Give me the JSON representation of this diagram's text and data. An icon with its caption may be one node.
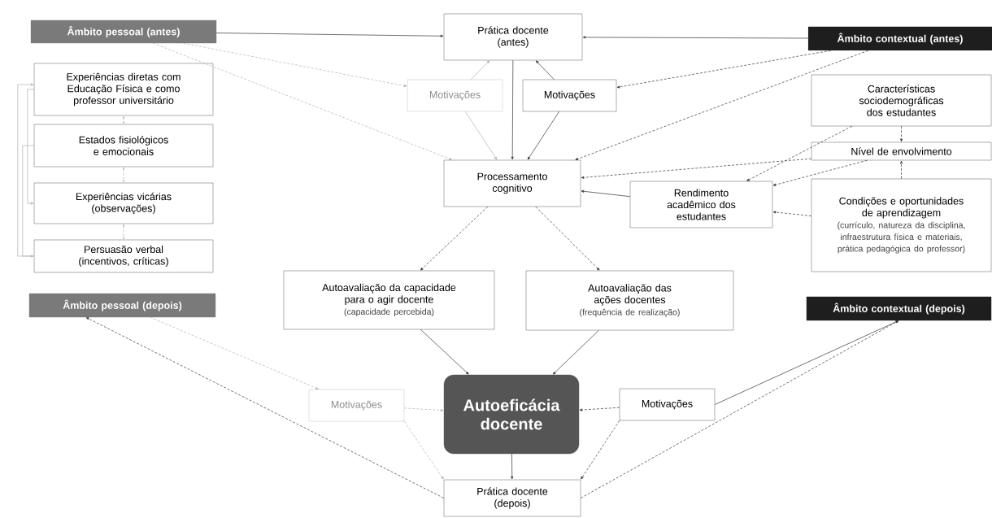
{
  "diagram": {
    "nodes": [
      {
        "text": [
          "Âmbito pessoal (antes)"
        ]
      },
      {
        "text": [
          "Experiências diretas com Educação Física e como professor universitário"
        ]
      },
      {
        "text": [
          "Estados fisiológicos e emocionais"
        ]
      },
      {
        "text": [
          "Experiências vicárias (observações)"
        ]
      },
      {
        "text": [
          "Persuasão verbal (incentivos, críticas)"
        ]
      },
      {
        "text": [
          "Prática docente (antes)"
        ]
      },
      {
        "text": [
          "Âmbito contextual (antes)"
        ]
      },
      {
        "text": [
          "Motivações"
        ]
      },
      {
        "text": [
          "Motivações"
        ]
      },
      {
        "text": [
          "Características sociodemográficas dos estudantes"
        ]
      },
      {
        "text": [
          "Nível de envolvimento"
        ]
      },
      {
        "text": [
          "Processamento cognitivo"
        ]
      },
      {
        "text": [
          "Rendimento acadêmico dos estudantes"
        ]
      },
      {
        "text": [
          "Condições e oportunidades de aprendizagem",
          "(currículo, natureza da disciplina, infraestrutura física e materiais, prática pedagógica do professor)"
        ]
      },
      {
        "text": [
          "Âmbito pessoal (depois)"
        ]
      },
      {
        "text": [
          "Autoavaliação da capacidade para o agir docente",
          "(capacidade percebida)"
        ]
      },
      {
        "text": [
          "Autoavaliação das ações docentes",
          "(frequência de realização)"
        ]
      },
      {
        "text": [
          "Âmbito contextual (depois)"
        ]
      },
      {
        "text": [
          "Motivações"
        ]
      },
      {
        "text": [
          "Autoeficácia docente"
        ]
      },
      {
        "text": [
          "Motivações"
        ]
      },
      {
        "text": [
          "Prática docente (depois)"
        ]
      }
    ],
    "edges": [
      {
        "from": 0,
        "to": 5,
        "arrow": "to"
      },
      {
        "from": 0,
        "to": 7,
        "arrow": "to",
        "style": "dashed",
        "color": "#b0b0b0"
      },
      {
        "from": 0,
        "to": 11,
        "arrow": "to",
        "style": "dashed",
        "color": "#b0b0b0"
      },
      {
        "from": 1,
        "to": 2,
        "arrow": "both",
        "style": "dashed",
        "color": "#b0b0b0"
      },
      {
        "from": 2,
        "to": 3,
        "arrow": "both",
        "style": "dashed",
        "color": "#b0b0b0"
      },
      {
        "from": 3,
        "to": 4,
        "arrow": "both",
        "style": "dashed",
        "color": "#b0b0b0"
      },
      {
        "from": 1,
        "to": 3,
        "arrow": "to",
        "color": "#b0b0b0"
      },
      {
        "from": 2,
        "to": 4,
        "arrow": "to",
        "color": "#b0b0b0"
      },
      {
        "from": 4,
        "to": 1,
        "arrow": "to",
        "color": "#b0b0b0"
      },
      {
        "from": 6,
        "to": 5,
        "arrow": "to"
      },
      {
        "from": 6,
        "to": 8,
        "arrow": "to",
        "style": "dashed"
      },
      {
        "from": 6,
        "to": 11,
        "arrow": "to",
        "style": "dashed"
      },
      {
        "from": 7,
        "to": 5,
        "arrow": "to",
        "color": "#b0b0b0"
      },
      {
        "from": 7,
        "to": 11,
        "arrow": "to",
        "color": "#b0b0b0"
      },
      {
        "from": 8,
        "to": 5,
        "arrow": "to"
      },
      {
        "from": 5,
        "to": 11,
        "arrow": "to"
      },
      {
        "from": 8,
        "to": 11,
        "arrow": "to"
      },
      {
        "from": 10,
        "to": 11,
        "arrow": "to",
        "style": "dashed"
      },
      {
        "from": 12,
        "to": 11,
        "arrow": "to"
      },
      {
        "from": 9,
        "to": 10,
        "arrow": "to",
        "style": "dashed"
      },
      {
        "from": 13,
        "to": 10,
        "arrow": "to",
        "style": "dashed"
      },
      {
        "from": 9,
        "to": 12,
        "arrow": "to",
        "style": "dashed"
      },
      {
        "from": 10,
        "to": 12,
        "arrow": "to",
        "style": "dashed"
      },
      {
        "from": 13,
        "to": 12,
        "arrow": "to",
        "style": "dashed"
      },
      {
        "from": 11,
        "to": 15,
        "arrow": "to",
        "style": "dashed"
      },
      {
        "from": 11,
        "to": 16,
        "arrow": "to",
        "style": "dashed"
      },
      {
        "from": 15,
        "to": 19,
        "arrow": "to"
      },
      {
        "from": 16,
        "to": 19,
        "arrow": "to"
      },
      {
        "from": 14,
        "to": 18,
        "arrow": "to",
        "style": "dashed",
        "color": "#b0b0b0"
      },
      {
        "from": 18,
        "to": 19,
        "arrow": "to",
        "style": "dashed",
        "color": "#b0b0b0"
      },
      {
        "from": 18,
        "to": 21,
        "arrow": "to",
        "style": "dashed",
        "color": "#b0b0b0"
      },
      {
        "from": 21,
        "to": 14,
        "arrow": "to",
        "style": "dashed"
      },
      {
        "from": 20,
        "to": 19,
        "arrow": "to",
        "style": "dashed"
      },
      {
        "from": 20,
        "to": 21,
        "arrow": "to",
        "style": "dashed"
      },
      {
        "from": 20,
        "to": 17,
        "arrow": "to"
      },
      {
        "from": 21,
        "to": 17,
        "arrow": "to",
        "style": "dashed"
      },
      {
        "from": 19,
        "to": 21,
        "arrow": "to"
      }
    ]
  }
}
